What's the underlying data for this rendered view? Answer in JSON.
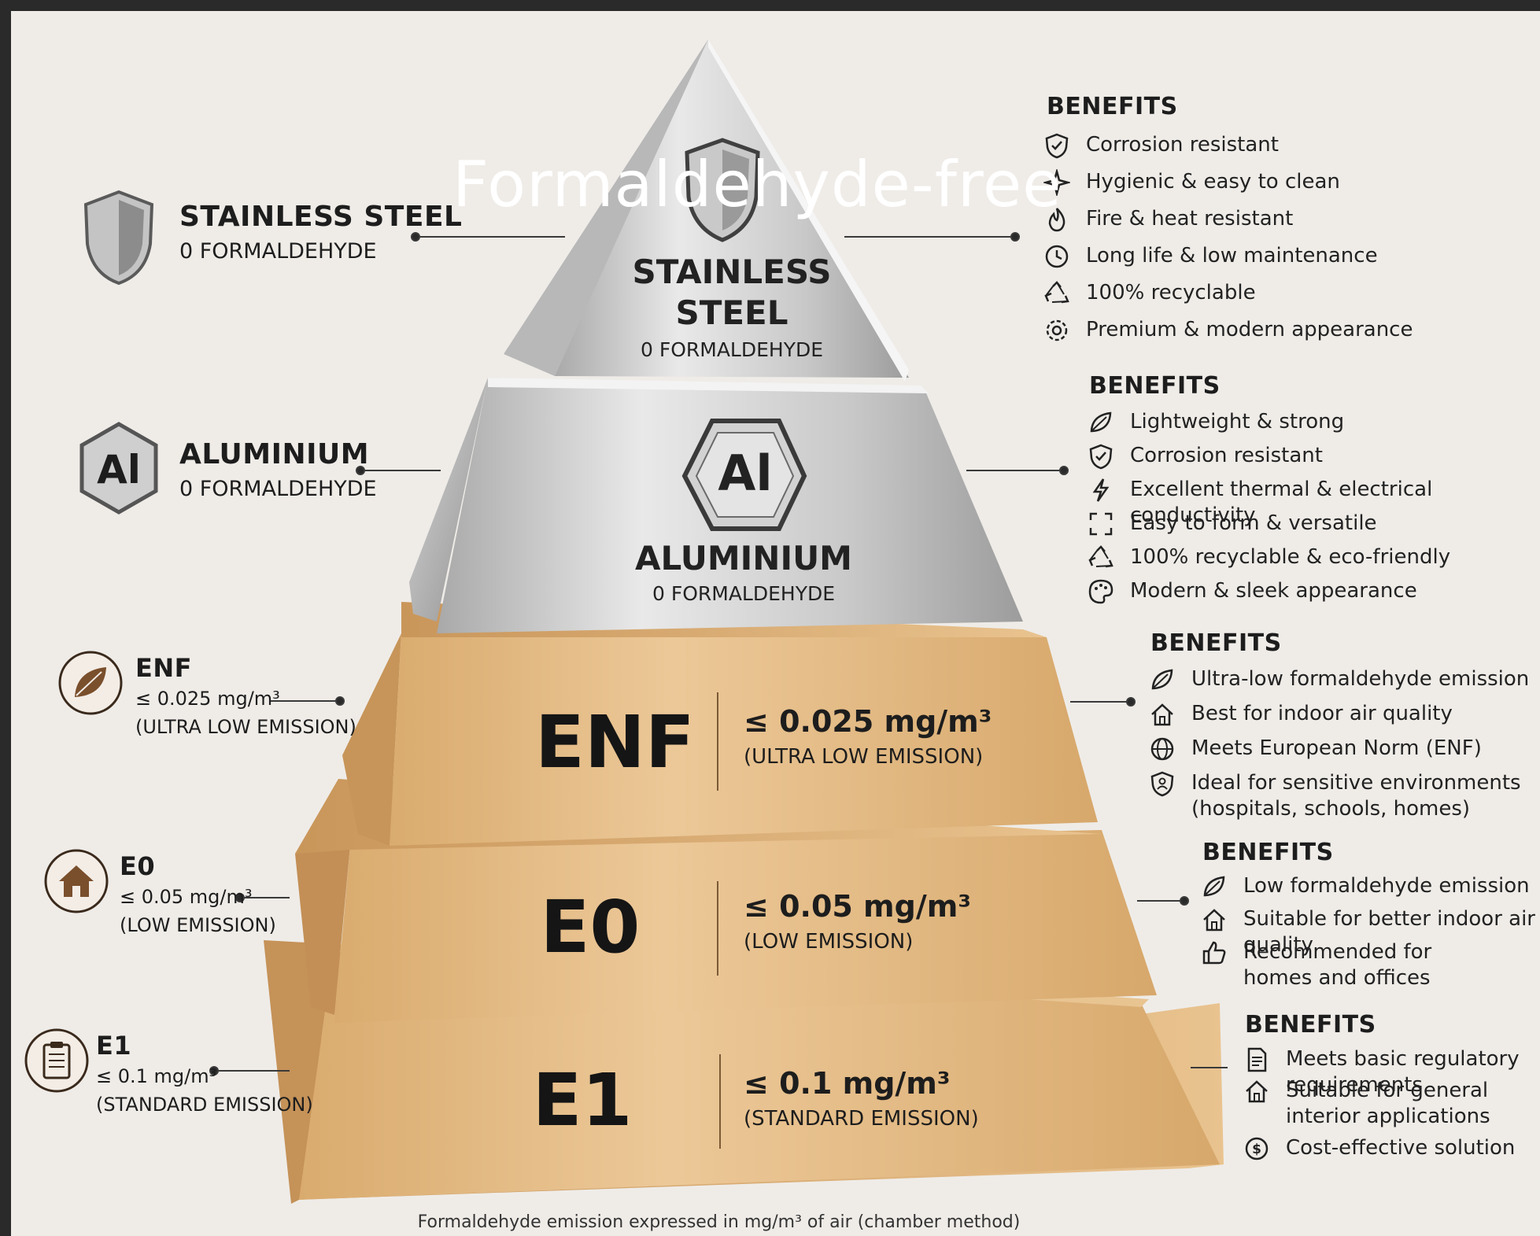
{
  "watermark": "Formaldehyde-free",
  "caption": "Formaldehyde emission expressed in mg/m³ of air (chamber method)",
  "left_labels": {
    "stainless": {
      "title": "STAINLESS STEEL",
      "sub": "0 FORMALDEHYDE"
    },
    "aluminium": {
      "title": "ALUMINIUM",
      "sub": "0 FORMALDEHYDE",
      "icon_text": "Al"
    },
    "enf": {
      "title": "ENF",
      "limit": "≤ 0.025 mg/m³",
      "note": "(ULTRA LOW EMISSION)"
    },
    "e0": {
      "title": "E0",
      "limit": "≤ 0.05 mg/m³",
      "note": "(LOW EMISSION)"
    },
    "e1": {
      "title": "E1",
      "limit": "≤ 0.1 mg/m³",
      "note": "(STANDARD EMISSION)"
    }
  },
  "pyramid": {
    "stainless": {
      "line1": "STAINLESS",
      "line2": "STEEL",
      "sub": "0 FORMALDEHYDE"
    },
    "aluminium": {
      "badge": "Al",
      "title": "ALUMINIUM",
      "sub": "0 FORMALDEHYDE"
    },
    "enf": {
      "code": "ENF",
      "limit": "≤ 0.025 mg/m³",
      "note": "(ULTRA LOW EMISSION)"
    },
    "e0": {
      "code": "E0",
      "limit": "≤ 0.05 mg/m³",
      "note": "(LOW EMISSION)"
    },
    "e1": {
      "code": "E1",
      "limit": "≤ 0.1 mg/m³",
      "note": "(STANDARD EMISSION)"
    }
  },
  "benefits": {
    "stainless": {
      "heading": "BENEFITS",
      "items": [
        {
          "icon": "shield-check-icon",
          "text": "Corrosion resistant"
        },
        {
          "icon": "sparkle-icon",
          "text": "Hygienic & easy to clean"
        },
        {
          "icon": "flame-icon",
          "text": "Fire & heat resistant"
        },
        {
          "icon": "clock-icon",
          "text": "Long life & low maintenance"
        },
        {
          "icon": "recycle-icon",
          "text": "100% recyclable"
        },
        {
          "icon": "gear-icon",
          "text": "Premium & modern appearance"
        }
      ]
    },
    "aluminium": {
      "heading": "BENEFITS",
      "items": [
        {
          "icon": "leaf-icon",
          "text": "Lightweight & strong"
        },
        {
          "icon": "shield-check-icon",
          "text": "Corrosion resistant"
        },
        {
          "icon": "lightning-icon",
          "text": "Excellent thermal & electrical conductivity"
        },
        {
          "icon": "expand-icon",
          "text": "Easy to form & versatile"
        },
        {
          "icon": "recycle-icon",
          "text": "100% recyclable & eco-friendly"
        },
        {
          "icon": "palette-icon",
          "text": "Modern & sleek appearance"
        }
      ]
    },
    "enf": {
      "heading": "BENEFITS",
      "items": [
        {
          "icon": "leaf-icon",
          "text": "Ultra-low formaldehyde emission"
        },
        {
          "icon": "house-icon",
          "text": "Best for indoor air quality"
        },
        {
          "icon": "globe-icon",
          "text": "Meets European Norm (ENF)"
        },
        {
          "icon": "shield-person-icon",
          "text": "Ideal for sensitive environments",
          "text2": "(hospitals, schools, homes)"
        }
      ]
    },
    "e0": {
      "heading": "BENEFITS",
      "items": [
        {
          "icon": "leaf-icon",
          "text": "Low formaldehyde emission"
        },
        {
          "icon": "house-icon",
          "text": "Suitable for better indoor air quality"
        },
        {
          "icon": "thumbs-up-icon",
          "text": "Recommended for",
          "text2": "homes and offices"
        }
      ]
    },
    "e1": {
      "heading": "BENEFITS",
      "items": [
        {
          "icon": "document-icon",
          "text": "Meets basic regulatory requirements"
        },
        {
          "icon": "house-icon",
          "text": "Suitable for general",
          "text2": "interior applications"
        },
        {
          "icon": "dollar-icon",
          "text": "Cost-effective solution"
        }
      ]
    }
  },
  "colors": {
    "background": "#efece8",
    "steel_light": "#e8e8e8",
    "steel_dark": "#8c8c8c",
    "wood_light": "#e6bf89",
    "wood_dark": "#b98850",
    "text": "#1d1d1d"
  }
}
